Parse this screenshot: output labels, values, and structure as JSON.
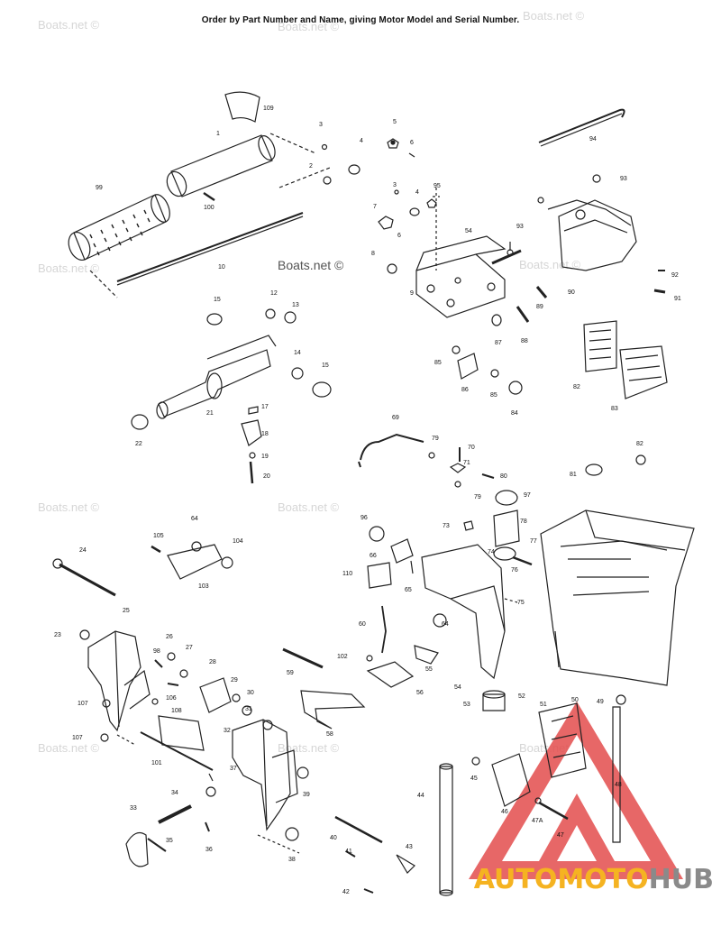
{
  "header": {
    "order_text": "Order by Part Number and Name, giving Motor Model and Serial Number."
  },
  "watermarks": [
    {
      "text": "Boats.net ©",
      "style": "faint"
    },
    {
      "text": "Boats.net ©",
      "style": "faint"
    },
    {
      "text": "Boats.net ©",
      "style": "faint"
    },
    {
      "text": "Boats.net ©",
      "style": "faint"
    },
    {
      "text": "Boats.net ©",
      "style": "strong"
    },
    {
      "text": "Boats.net ©",
      "style": "faint"
    },
    {
      "text": "Boats.net ©",
      "style": "faint"
    },
    {
      "text": "Boats.net ©",
      "style": "faint"
    },
    {
      "text": "Boats.net ©",
      "style": "faint"
    },
    {
      "text": "Boats.net ©",
      "style": "faint"
    },
    {
      "text": "Boats.net ©",
      "style": "faint"
    }
  ],
  "brand": {
    "part1": "AUTOMOTO",
    "part2": "HUB",
    "color_accent": "#f5b321",
    "color_gray": "#8a8a8a",
    "triangle_color": "#e34c4c"
  },
  "part_numbers": [
    "109",
    "1",
    "3",
    "4",
    "5",
    "6",
    "2",
    "99",
    "100",
    "10",
    "3",
    "4",
    "95",
    "7",
    "6",
    "94",
    "93",
    "93",
    "54",
    "8",
    "9",
    "92",
    "91",
    "90",
    "89",
    "88",
    "87",
    "15",
    "12",
    "13",
    "21",
    "14",
    "15",
    "22",
    "17",
    "18",
    "19",
    "20",
    "85",
    "86",
    "85",
    "84",
    "82",
    "83",
    "69",
    "79",
    "70",
    "71",
    "80",
    "79",
    "82",
    "81",
    "97",
    "96",
    "78",
    "73",
    "74",
    "76",
    "77",
    "105",
    "64",
    "104",
    "103",
    "24",
    "66",
    "110",
    "65",
    "75",
    "60",
    "64",
    "25",
    "23",
    "98",
    "26",
    "27",
    "28",
    "29",
    "30",
    "102",
    "59",
    "55",
    "56",
    "54",
    "53",
    "52",
    "51",
    "50",
    "49",
    "107",
    "108",
    "106",
    "31",
    "32",
    "107",
    "101",
    "37",
    "38",
    "58",
    "45",
    "46",
    "47A",
    "47",
    "44",
    "48",
    "33",
    "34",
    "35",
    "36",
    "39",
    "40",
    "41",
    "42",
    "43"
  ]
}
